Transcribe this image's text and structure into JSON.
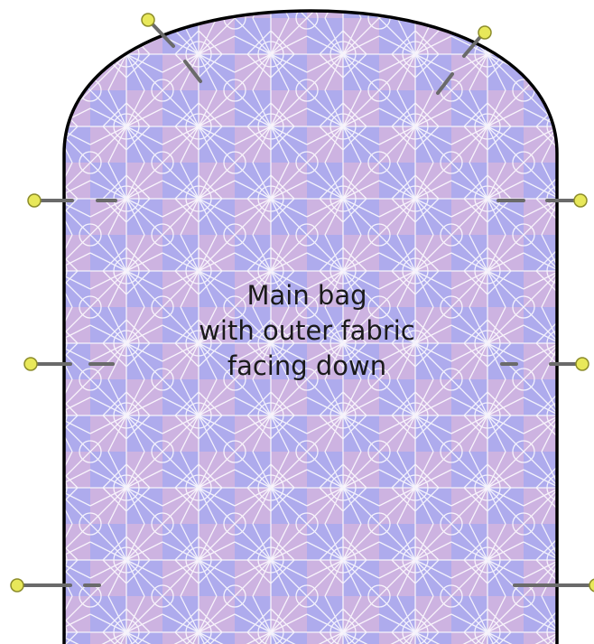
{
  "diagram": {
    "label_lines": [
      "Main bag",
      "with outer fabric",
      "facing down"
    ],
    "fabric_colors": {
      "base": "#bdb3e6",
      "blue_tint": "#a9a8ee",
      "pink_tint": "#d7b2dd",
      "pattern_line": "#ffffff",
      "outline": "#000000"
    },
    "pin_colors": {
      "head": "#e8e85a",
      "head_outline": "#8c8c2a",
      "shaft": "#6a6a6a"
    },
    "pins": {
      "top_left": "pin-icon",
      "top_right": "pin-icon",
      "left_upper": "pin-icon",
      "left_middle": "pin-icon",
      "left_lower": "pin-icon",
      "right_upper": "pin-icon",
      "right_middle": "pin-icon",
      "right_lower": "pin-icon"
    }
  }
}
